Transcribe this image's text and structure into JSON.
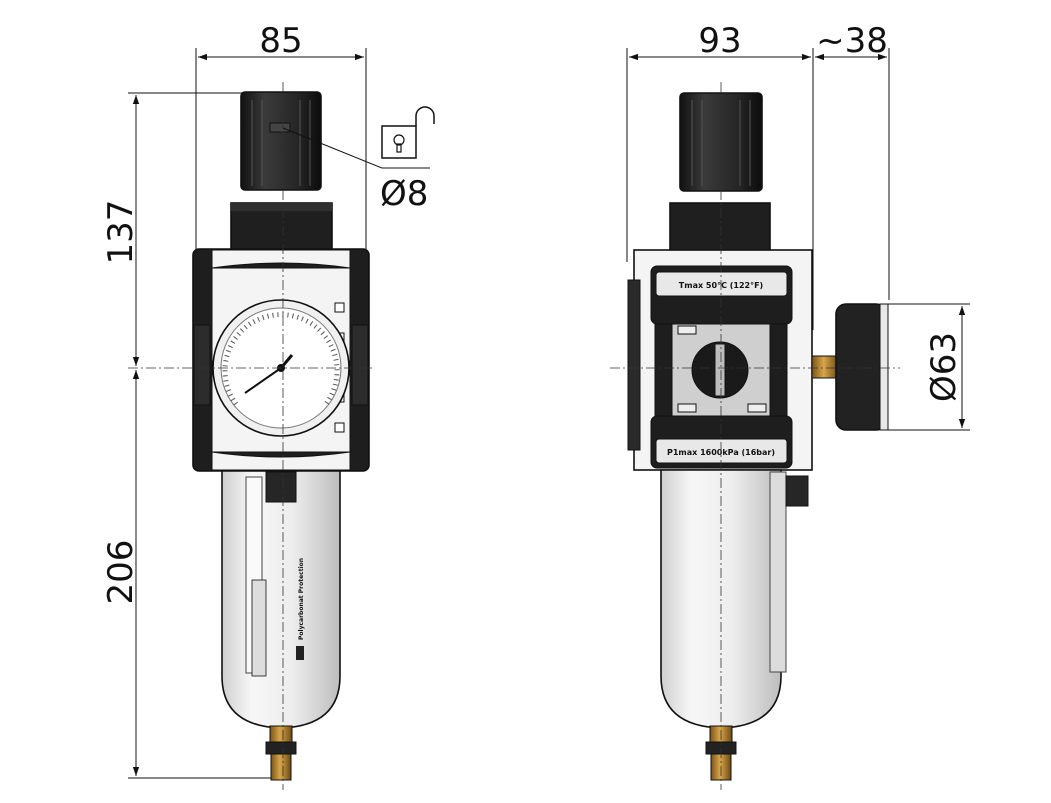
{
  "drawing": {
    "front_view": {
      "width_dim": "85",
      "upper_height_dim": "137",
      "lower_height_dim": "206",
      "lock_hole_dim": "Ø8"
    },
    "side_view": {
      "depth_dim": "93",
      "gauge_offset_dim": "~38",
      "gauge_diameter_dim": "Ø63",
      "label_top": "Tmax 50°C (122°F)",
      "label_bottom": "P1max 1600kPa (16bar)"
    },
    "bowl_label": "Polycarbonat Protection",
    "colors": {
      "body_black": "#1e1e1e",
      "body_white": "#f4f4f4",
      "brass": "#b8862e",
      "bowl_grey": "#e8e8e8"
    }
  }
}
